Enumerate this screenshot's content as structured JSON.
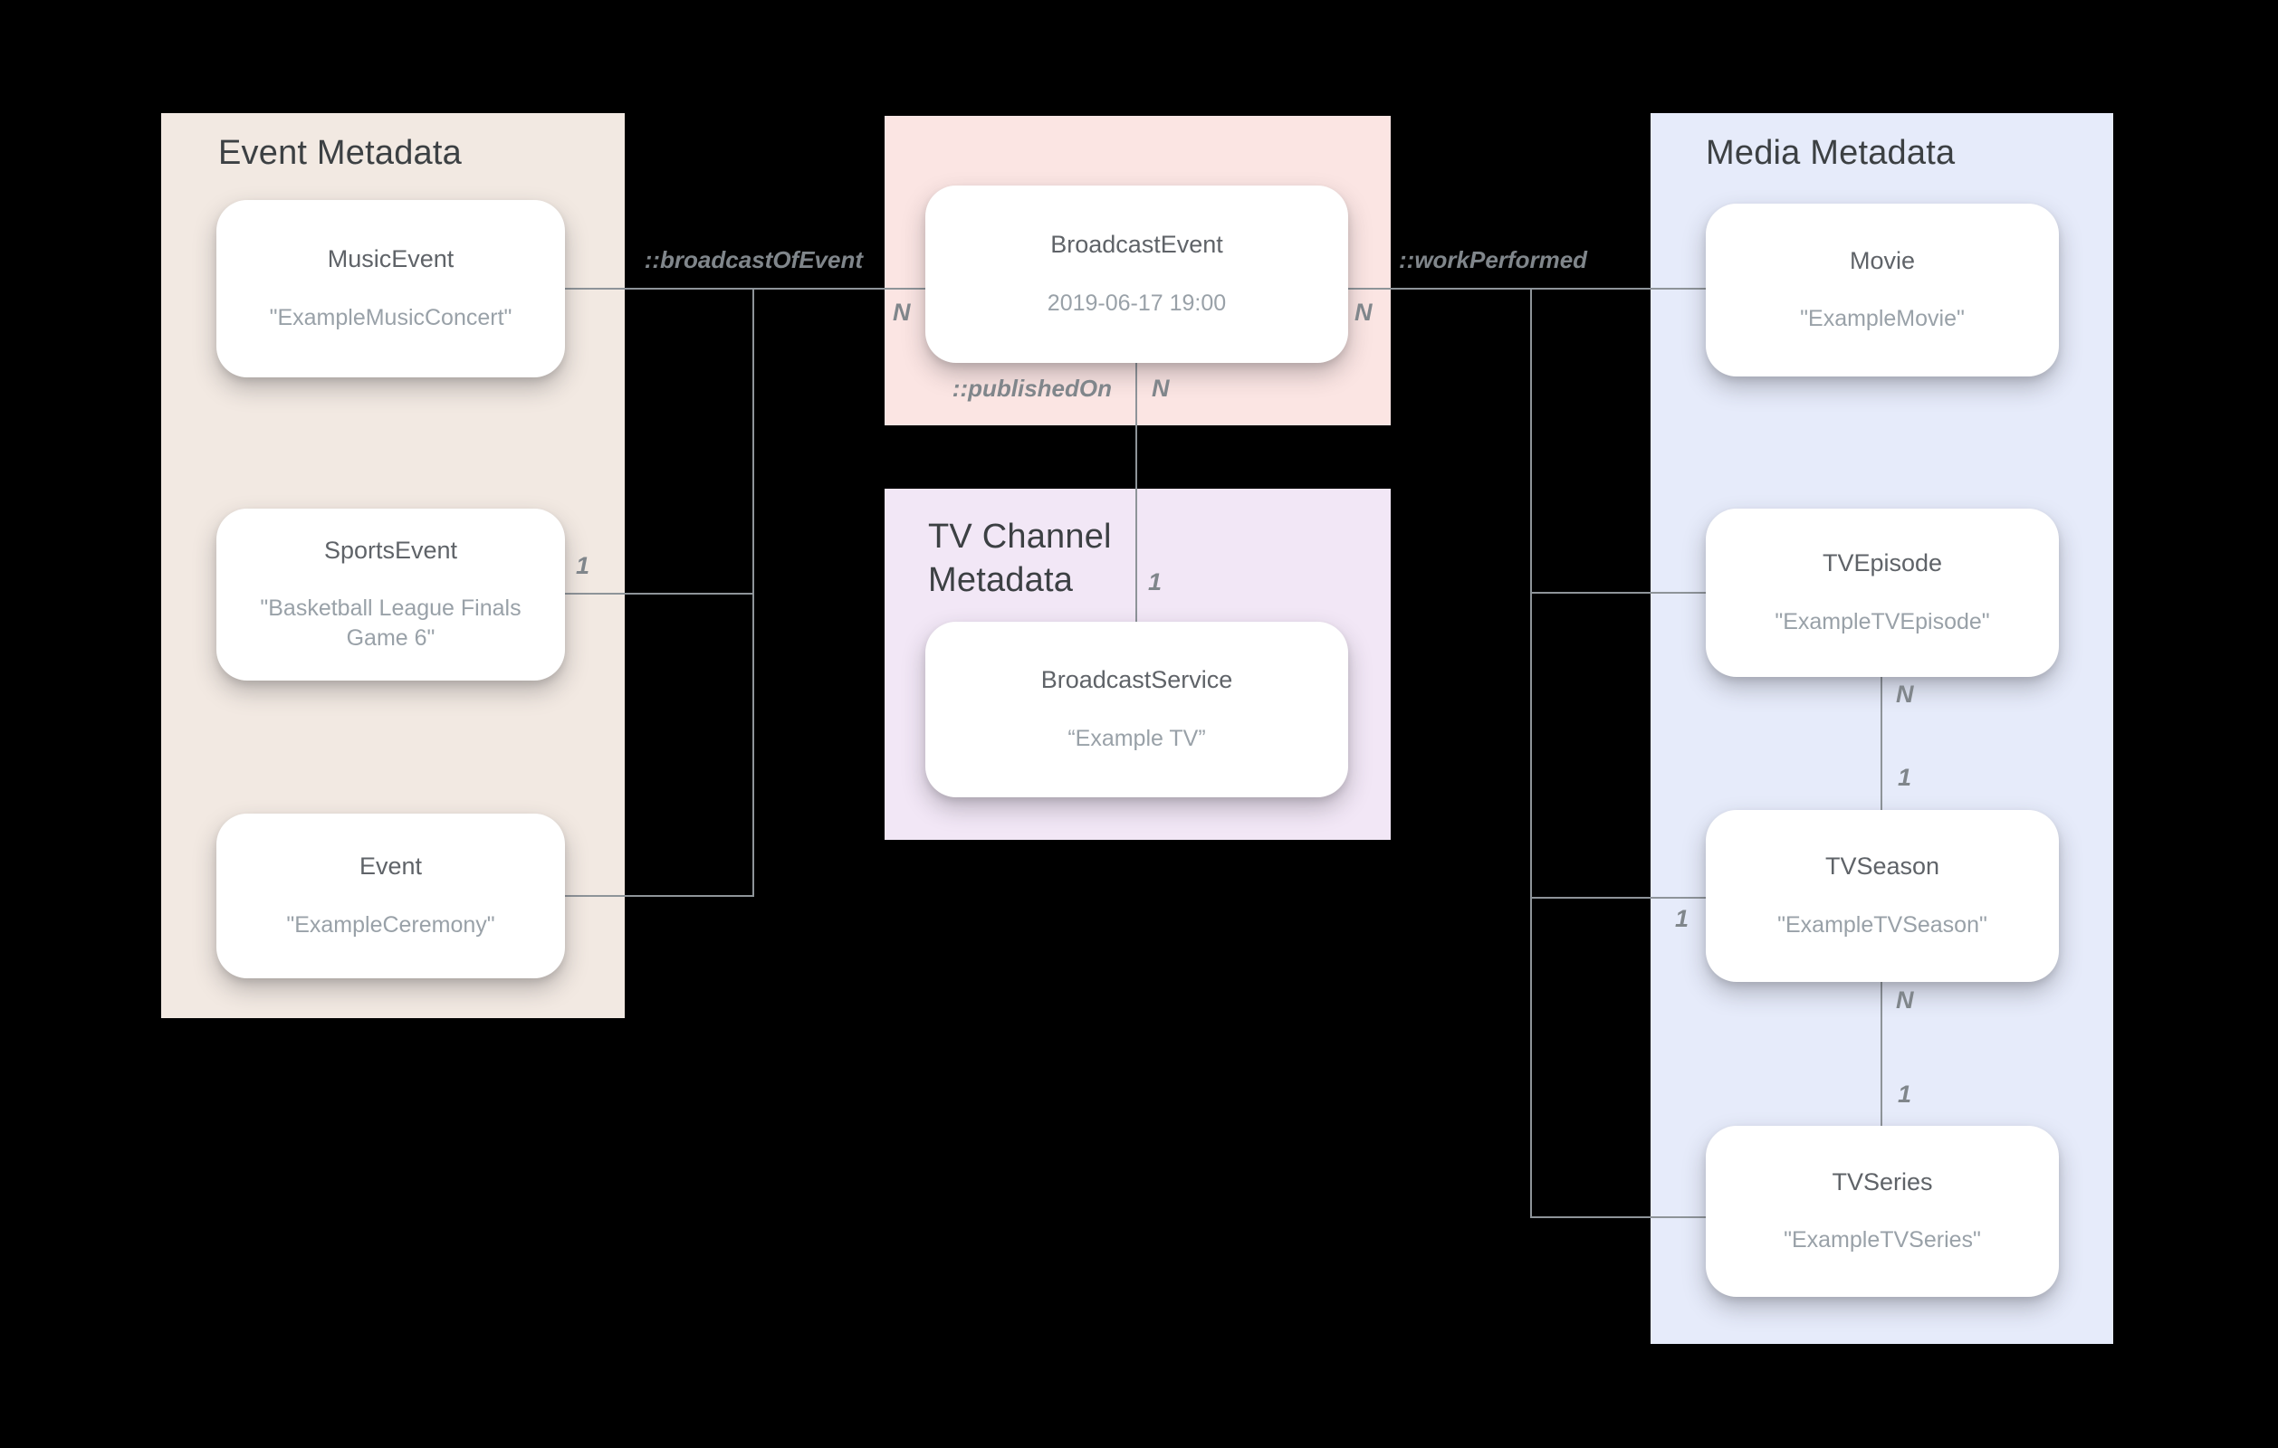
{
  "colors": {
    "background": "#000000",
    "event_panel": "#F2E9E2",
    "broadcast_panel": "#FBE5E3",
    "tv_channel_panel": "#F2E7F6",
    "media_panel": "#E6EBFA",
    "card": "#FFFFFF",
    "connector": "#8E9499",
    "panel_title": "#3C4043",
    "card_name": "#5F6368",
    "card_example": "#99A1A8",
    "relationship_label": "#80868B"
  },
  "panels": {
    "event": {
      "title": "Event Metadata"
    },
    "tv_channel": {
      "title": "TV Channel Metadata"
    },
    "media": {
      "title": "Media Metadata"
    }
  },
  "cards": {
    "music_event": {
      "name": "MusicEvent",
      "example": "\"ExampleMusicConcert\""
    },
    "sports_event": {
      "name": "SportsEvent",
      "example": "\"Basketball League Finals Game 6\""
    },
    "event": {
      "name": "Event",
      "example": "\"ExampleCeremony\""
    },
    "broadcast_event": {
      "name": "BroadcastEvent",
      "example": "2019-06-17 19:00"
    },
    "broadcast_service": {
      "name": "BroadcastService",
      "example": "“Example TV”"
    },
    "movie": {
      "name": "Movie",
      "example": "\"ExampleMovie\""
    },
    "tv_episode": {
      "name": "TVEpisode",
      "example": "\"ExampleTVEpisode\""
    },
    "tv_season": {
      "name": "TVSeason",
      "example": "\"ExampleTVSeason\""
    },
    "tv_series": {
      "name": "TVSeries",
      "example": "\"ExampleTVSeries\""
    }
  },
  "relationships": {
    "broadcast_of_event": {
      "label": "::broadcastOfEvent"
    },
    "work_performed": {
      "label": "::workPerformed"
    },
    "published_on": {
      "label": "::publishedOn"
    }
  },
  "cardinalities": {
    "broadcast_of_event_n": "N",
    "sports_event_1": "1",
    "work_performed_n": "N",
    "published_on_n": "N",
    "published_on_1": "1",
    "episode_season_n": "N",
    "episode_season_1": "1",
    "season_series_n": "N",
    "season_series_1": "1",
    "season_trunk_1": "1"
  }
}
